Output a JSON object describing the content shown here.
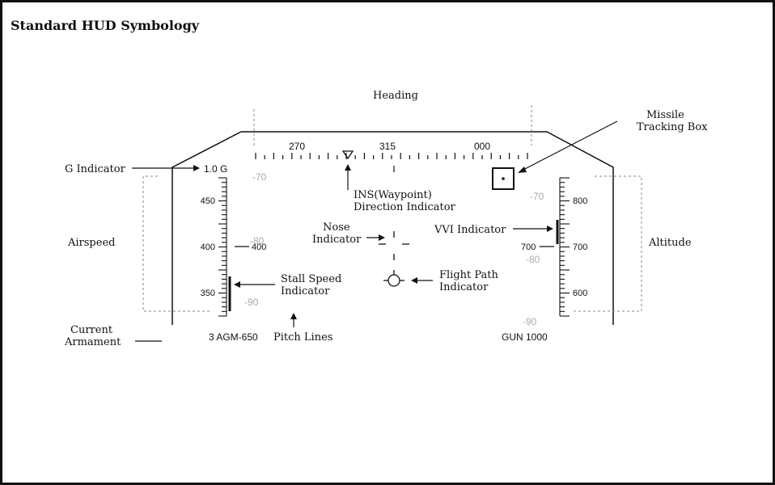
{
  "title": "Standard HUD Symbology",
  "heading": {
    "label": "Heading",
    "ticks": [
      "270",
      "315",
      "000"
    ]
  },
  "airspeed": {
    "label": "Airspeed",
    "ticks": [
      "450",
      "400",
      "350"
    ],
    "current": "400"
  },
  "altitude": {
    "label": "Altitude",
    "ticks": [
      "800",
      "700",
      "600"
    ],
    "current": "700"
  },
  "g_readout": "1.0 G",
  "armament_left": "3 AGM-650",
  "armament_right": "GUN 1000",
  "pitch_numbers": [
    "-70",
    "-80",
    "-90",
    "-70",
    "-80",
    "-90"
  ],
  "callouts": {
    "g_indicator": "G Indicator",
    "ins_line1": "INS(Waypoint)",
    "ins_line2": "Direction Indicator",
    "missile_line1": "Missile",
    "missile_line2": "Tracking Box",
    "nose_line1": "Nose",
    "nose_line2": "Indicator",
    "vvi": "VVI Indicator",
    "stall_line1": "Stall Speed",
    "stall_line2": "Indicator",
    "fpi_line1": "Flight Path",
    "fpi_line2": "Indicator",
    "current_line1": "Current",
    "current_line2": "Armament",
    "pitch_lines": "Pitch Lines"
  }
}
